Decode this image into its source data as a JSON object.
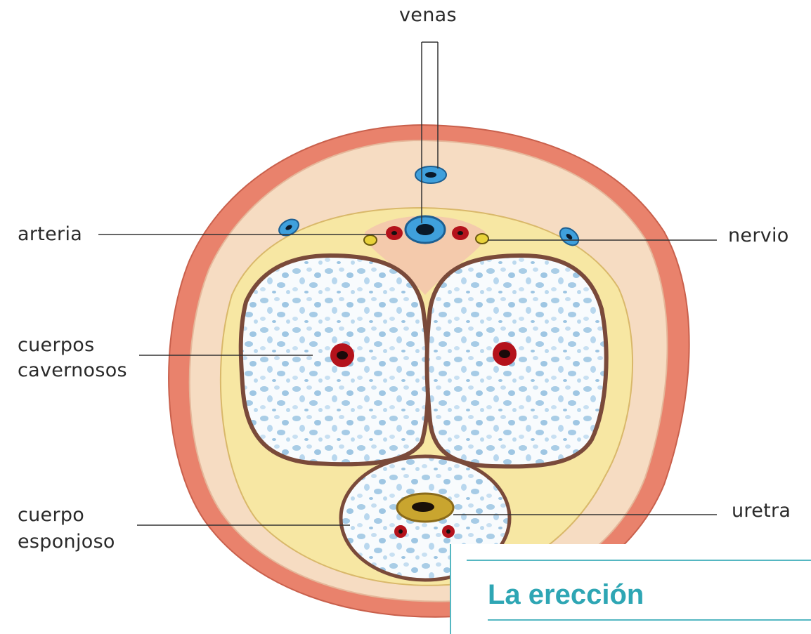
{
  "labels": {
    "venas": "venas",
    "arteria": "arteria",
    "nervio": "nervio",
    "cuerpos_cavernosos_1": "cuerpos",
    "cuerpos_cavernosos_2": "cavernosos",
    "cuerpo_esponjoso_1": "cuerpo",
    "cuerpo_esponjoso_2": "esponjoso",
    "uretra": "uretra"
  },
  "section": {
    "title": "La erección"
  },
  "colors": {
    "skin": "#e9826c",
    "fascia": "#f6dcc2",
    "tunica_yellow": "#f7e7a3",
    "vein": "#3fa0dc",
    "artery": "#b4121b",
    "nerve": "#e8d23a",
    "accent": "#2ea6b4"
  }
}
